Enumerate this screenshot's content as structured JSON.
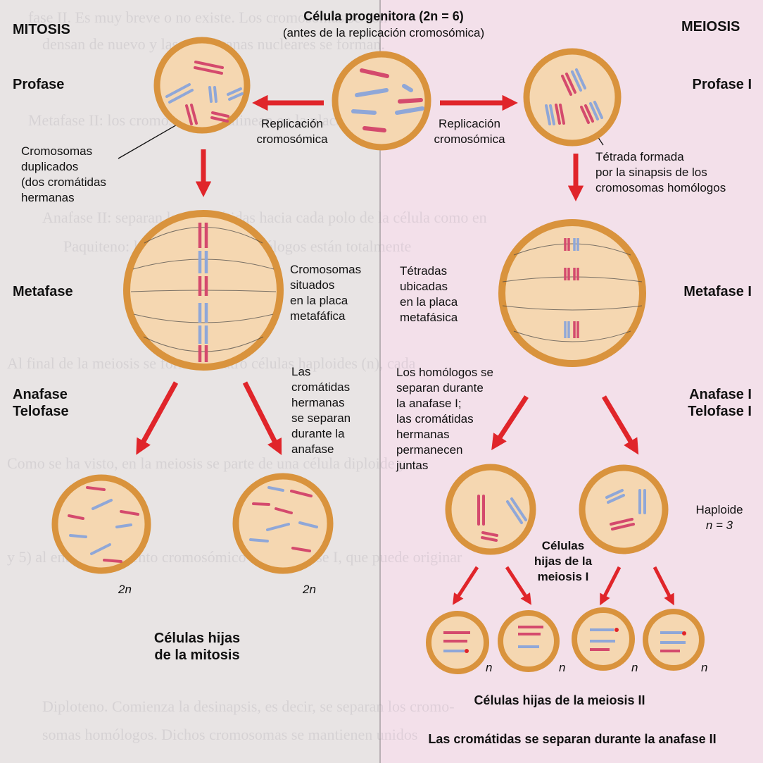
{
  "headers": {
    "left": "MITOSIS",
    "right": "MEIOSIS"
  },
  "progenitor": {
    "title": "Célula progenitora (2n = 6)",
    "subtitle": "(antes de la replicación cromosómica)"
  },
  "replication": {
    "left": [
      "Replicación",
      "cromosómica"
    ],
    "right": [
      "Replicación",
      "cromosómica"
    ]
  },
  "mitosis": {
    "prophase": "Profase",
    "metaphase": "Metafase",
    "anaphase": [
      "Anafase",
      "Telofase"
    ],
    "duplicated_label": [
      "Cromosomas",
      "duplicados",
      "(dos cromátidas",
      "hermanas"
    ],
    "plate_label": [
      "Cromosomas",
      "situados",
      "en la placa",
      "metafáfica"
    ],
    "separate_label": [
      "Las",
      "cromátidas",
      "hermanas",
      "se separan",
      "durante la",
      "anafase"
    ],
    "daughter_ploidy": [
      "2n",
      "2n"
    ],
    "daughters_label": [
      "Células hijas",
      "de la mitosis"
    ]
  },
  "meiosis": {
    "prophase": "Profase I",
    "metaphase": "Metafase I",
    "anaphase": [
      "Anafase I",
      "Telofase I"
    ],
    "tetrad_label": [
      "Tétrada formada",
      "por la sinapsis de los",
      "cromosomas homólogos"
    ],
    "plate_label": [
      "Tétradas",
      "ubicadas",
      "en la placa",
      "metafásica"
    ],
    "homolog_label": [
      "Los homólogos se",
      "separan durante",
      "la anafase I;",
      "las cromátidas",
      "hermanas",
      "permanecen",
      "juntas"
    ],
    "haploid": [
      "Haploide",
      "n = 3"
    ],
    "daughters1_label": [
      "Células",
      "hijas de la",
      "meiosis I"
    ],
    "daughters2_ploidy": [
      "n",
      "n",
      "n",
      "n"
    ],
    "daughters2_label": "Células hijas de la meiosis II",
    "anaphase2_label": "Las cromátidas se separan durante la anafase II"
  },
  "background_text": [
    "fase II. Es muy breve o no existe. Los cromosomas se con-",
    "densan de nuevo y las membranas nucleares se forman.",
    "Metafase II: los cromosomas se alinean en la placa de cada cé-",
    "Anafase II: separan las cromátidas hacia cada polo de la célula como en",
    "Paquiteno: los cromosomas homólogos están totalmente",
    "Al final de la meiosis se forman cuatro células haploides (n), cada",
    "Como se ha visto, en la meiosis se parte de una célula diploide y",
    "y 5) al entrecruzamiento cromosómico de la profase I, que puede originar",
    "Diploteno. Comienza la desinapsis, es decir, se separan los cromo-",
    "somas homólogos. Dichos cromosomas se mantienen unidos"
  ],
  "colors": {
    "cell_fill": "#f5d7b1",
    "cell_border": "#d9933d",
    "red_chrom": "#d44a6d",
    "blue_chrom": "#8fa7d8",
    "arrow": "#e0252a"
  }
}
